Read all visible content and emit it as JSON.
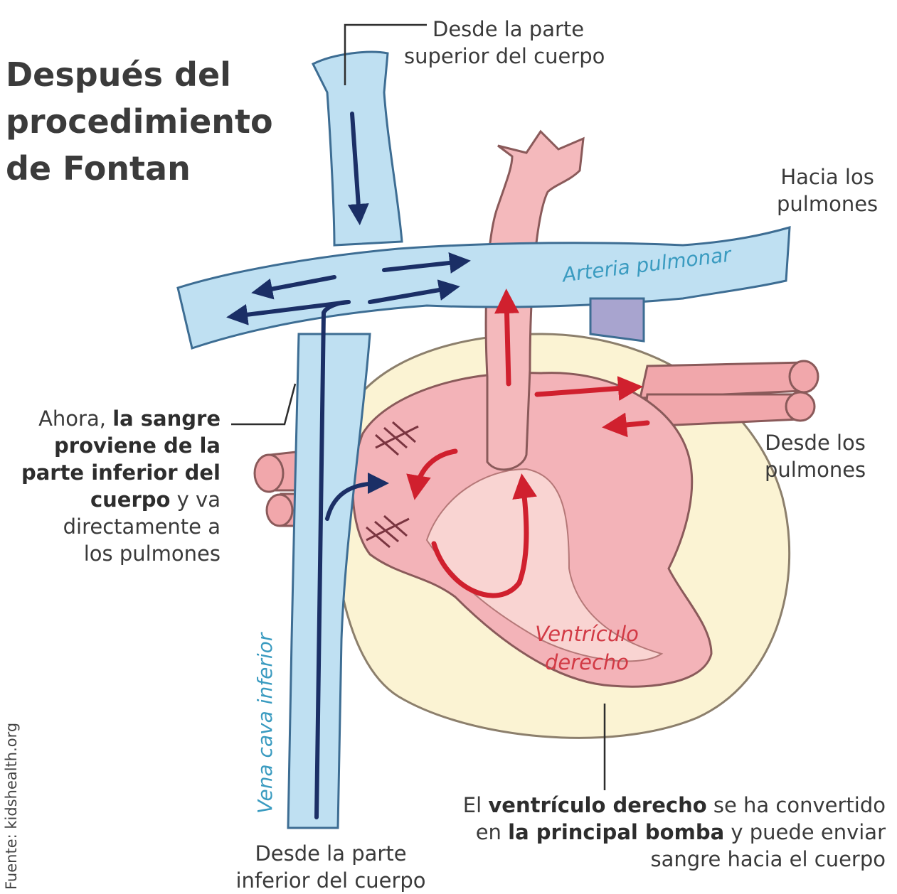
{
  "title_lines": [
    "Después del",
    "procedimiento",
    "de Fontan"
  ],
  "labels": {
    "top": [
      "Desde la parte",
      "superior del cuerpo"
    ],
    "to_lungs": [
      "Hacia los",
      "pulmones"
    ],
    "from_lungs": [
      "Desde los",
      "pulmones"
    ],
    "bottom": [
      "Desde la parte",
      "inferior del cuerpo"
    ],
    "pulmonary_artery": "Arteria pulmonar",
    "vena_cava": "Vena cava inferior",
    "ventricle": [
      "Ventrículo",
      "derecho"
    ],
    "source": "Fuente: kidshealth.org"
  },
  "left_note": {
    "l1_a": "Ahora, ",
    "l1_b": "la sangre",
    "l2": "proviene de la",
    "l3": "parte inferior del",
    "l4_a": "cuerpo",
    "l4_b": " y va",
    "l5": "directamente a",
    "l6": "los pulmones"
  },
  "bottom_note": {
    "l1_a": "El ",
    "l1_b": "ventrículo derecho",
    "l1_c": " se ha convertido",
    "l2_a": "en ",
    "l2_b": "la principal bomba",
    "l2_c": " y puede enviar",
    "l3": "sangre hacia el cuerpo"
  },
  "colors": {
    "vein_fill": "#bfe0f2",
    "vein_stroke": "#3d6d93",
    "blood_blue": "#1b2f66",
    "heart_pink": "#f3b3b8",
    "heart_light": "#f9d4d2",
    "blood_red": "#d0202e",
    "sac_yellow": "#fbf3d3",
    "label_blue": "#3a9bc0",
    "label_red": "#d23a45"
  }
}
